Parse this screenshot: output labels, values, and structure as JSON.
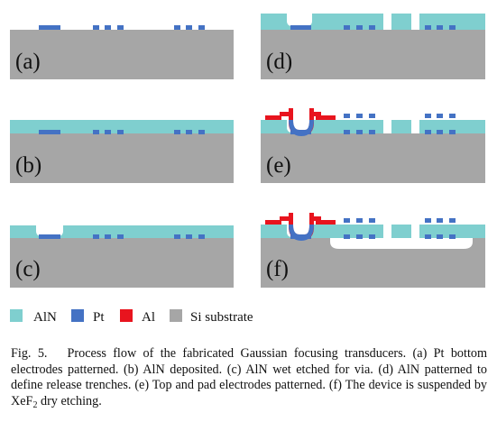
{
  "panels": [
    {
      "label": "(a)",
      "caption": "Pt bottom electrodes patterned."
    },
    {
      "label": "(b)",
      "caption": "AlN deposited."
    },
    {
      "label": "(c)",
      "caption": "AlN wet etched for via."
    },
    {
      "label": "(d)",
      "caption": "AlN patterned to define release trenches."
    },
    {
      "label": "(e)",
      "caption": "Top and pad electrodes patterned."
    },
    {
      "label": "(f)",
      "caption": "The device is suspended by XeF2 dry etching."
    }
  ],
  "legend": [
    {
      "label": "AlN",
      "color": "#7fcfcf"
    },
    {
      "label": "Pt",
      "color": "#4472c4"
    },
    {
      "label": "Al",
      "color": "#e8141e"
    },
    {
      "label": "Si substrate",
      "color": "#a6a6a6"
    }
  ],
  "caption": {
    "fig_label": "Fig. 5.",
    "title": "Process flow of the fabricated Gaussian focusing transducers.",
    "steps": [
      "(a) Pt bottom electrodes patterned.",
      "(b) AlN deposited.",
      "(c) AlN wet etched for via.",
      "(d) AlN patterned to define release trenches.",
      "(e) Top and pad electrodes patterned.",
      "(f) The device is suspended by XeF",
      "dry etching."
    ],
    "subscript": "2"
  }
}
